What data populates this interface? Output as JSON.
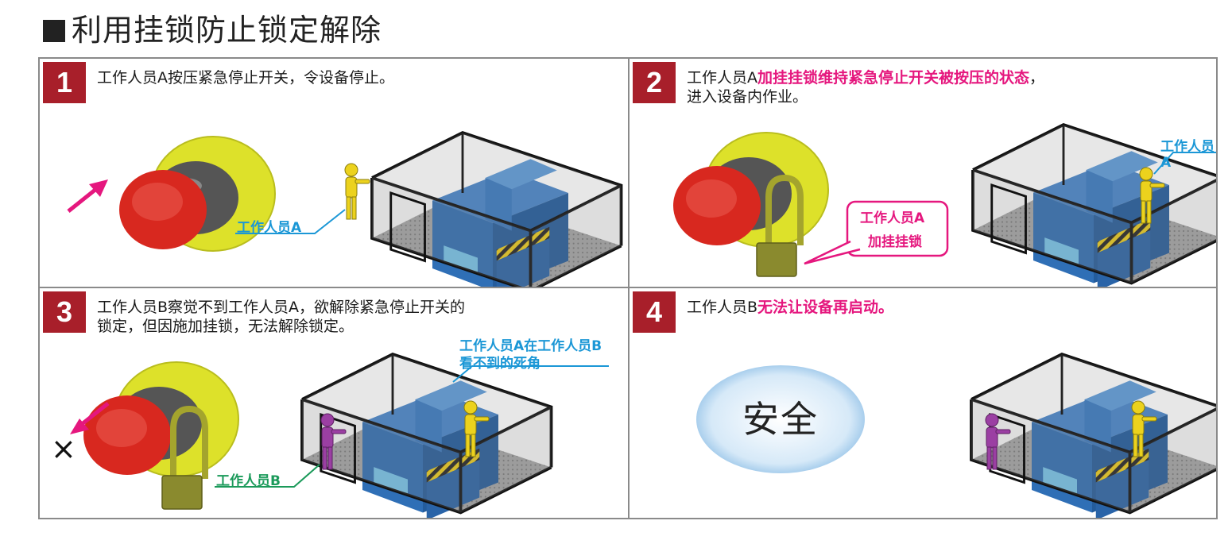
{
  "page": {
    "title": "利用挂锁防止锁定解除"
  },
  "panels": [
    {
      "number": "1",
      "caption_line1": "工作人员A按压紧急停止开关，令设备停止。",
      "label_worker": "工作人员A"
    },
    {
      "number": "2",
      "caption_prefix": "工作人员A",
      "caption_highlight": "加挂挂锁维持紧急停止开关被按压的状态",
      "caption_suffix": "，",
      "caption_line2": "进入设备内作业。",
      "label_worker": "工作人员A",
      "bubble_line1": "工作人员A",
      "bubble_line2": "加挂挂锁"
    },
    {
      "number": "3",
      "caption_line1": "工作人员B察觉不到工作人员A，欲解除紧急停止开关的",
      "caption_line2": "锁定，但因施加挂锁，无法解除锁定。",
      "blind_line1": "工作人员A在工作人员B",
      "blind_line2": "看不到的死角",
      "label_worker": "工作人员B",
      "cross_mark": "×"
    },
    {
      "number": "4",
      "caption_prefix": "工作人员B",
      "caption_highlight": "无法让设备再启动。",
      "safe_text": "安全"
    }
  ],
  "colors": {
    "number_badge": "#a81f2a",
    "highlight_pink": "#e5177e",
    "label_blue": "#1b97d6",
    "label_green": "#1b9a5a",
    "machine_blue": "#2f6fb6",
    "estop_red": "#d8281f",
    "estop_ring": "#dde12a",
    "padlock": "#8a8a2e",
    "worker_a": "#ecd21d",
    "worker_b": "#9b3fa3"
  }
}
